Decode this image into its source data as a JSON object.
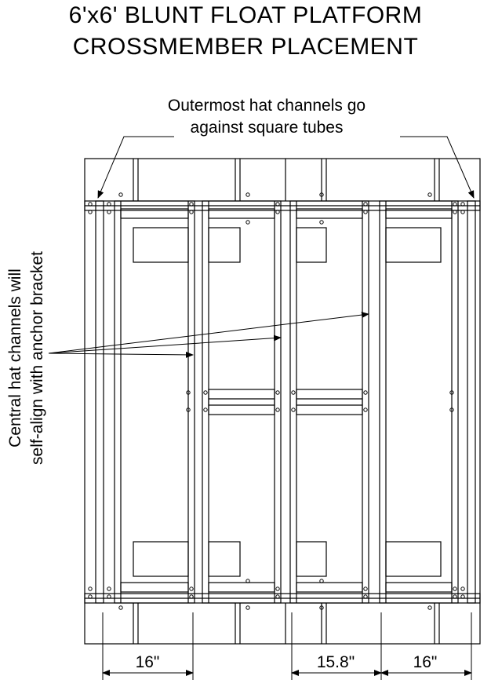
{
  "title": {
    "line1": "6'x6' BLUNT FLOAT PLATFORM",
    "line2": "CROSSMEMBER PLACEMENT"
  },
  "notes": {
    "outer_line1": "Outermost hat channels go",
    "outer_line2": "against square tubes",
    "central_line1": "Central hat channels will",
    "central_line2": "self-align with anchor bracket"
  },
  "dimensions": {
    "left": "16\"",
    "middle": "15.8\"",
    "right": "16\""
  }
}
